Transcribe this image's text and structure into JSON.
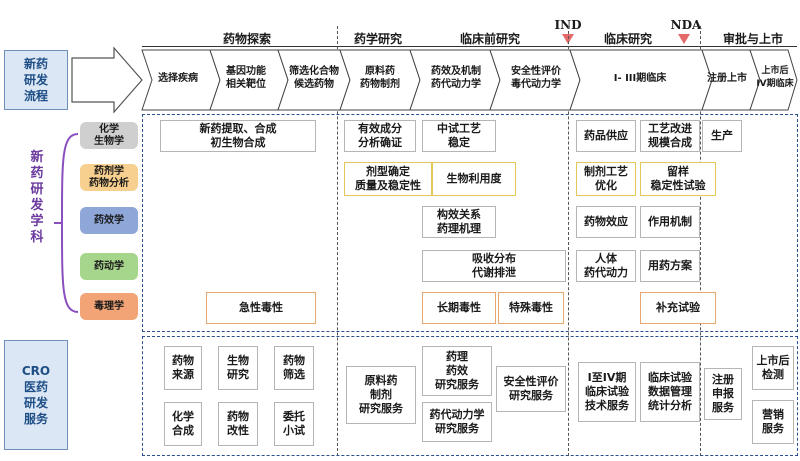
{
  "stages": {
    "discovery": "药物探索",
    "pharmacy": "药学研究",
    "preclinical": "临床前研究",
    "ind": "IND",
    "clinical": "临床研究",
    "nda": "NDA",
    "approval": "审批与上市"
  },
  "left_headers": {
    "flow": "新药\n研发\n流程",
    "disciplines": "新药研发学科",
    "cro": "CRO\n医药\n研发\n服务"
  },
  "flow_steps": [
    "选择疾病",
    "基因功能\n相关靶位",
    "筛选化合物\n候选药物",
    "原料药\n药物制剂",
    "药效及机制\n药代动力学",
    "安全性评价\n毒代动力学",
    "I- III期临床",
    "注册上市",
    "上市后\nIV期临床"
  ],
  "disciplines": [
    {
      "name": "化学\n生物学",
      "color": "#cfcfcf"
    },
    {
      "name": "药剂学\n药物分析",
      "color": "#f7cf8e"
    },
    {
      "name": "药效学",
      "color": "#8ea6d8"
    },
    {
      "name": "药动学",
      "color": "#a6d58c"
    },
    {
      "name": "毒理学",
      "color": "#f3a477"
    }
  ],
  "matrix": {
    "chem_extract": "新药提取、合成\n初生物合成",
    "chem_effective": "有效成分\n分析确证",
    "chem_pilot": "中试工艺\n稳定",
    "chem_supply": "药品供应",
    "chem_improve": "工艺改进\n规模合成",
    "chem_production": "生产",
    "form_dosage": "剂型确定\n质量及稳定性",
    "form_bio": "生物利用度",
    "form_process": "制剂工艺\n优化",
    "form_sample": "留样\n稳定性试验",
    "pd_relation": "构效关系\n药理机理",
    "pd_efficacy": "药物效应",
    "pd_mechanism": "作用机制",
    "pk_adme": "吸收分布\n代谢排泄",
    "pk_human": "人体\n药代动力",
    "pk_dosing": "用药方案",
    "tox_acute": "急性毒性",
    "tox_long": "长期毒性",
    "tox_special": "特殊毒性",
    "tox_supplement": "补充试验"
  },
  "cro": {
    "source": "药物\n来源",
    "bio_research": "生物\n研究",
    "screening": "药物\n筛选",
    "synthesis": "化学\n合成",
    "modify": "药物\n改性",
    "pilot": "委托\n小试",
    "api": "原料药\n制剂\n研究服务",
    "pharmacology": "药理\n药效\n研究服务",
    "pk_service": "药代动力学\n研究服务",
    "safety": "安全性评价\n研究服务",
    "clinical_tech": "I至IV期\n临床试验\n技术服务",
    "data_mgmt": "临床试验\n数据管理\n统计分析",
    "registration": "注册\n申报\n服务",
    "post_market": "上市后\n检测",
    "marketing": "营销\n服务"
  },
  "colors": {
    "navy": "#1e4e86",
    "dash": "#2b4f8c",
    "marker": "#e46a6a"
  }
}
